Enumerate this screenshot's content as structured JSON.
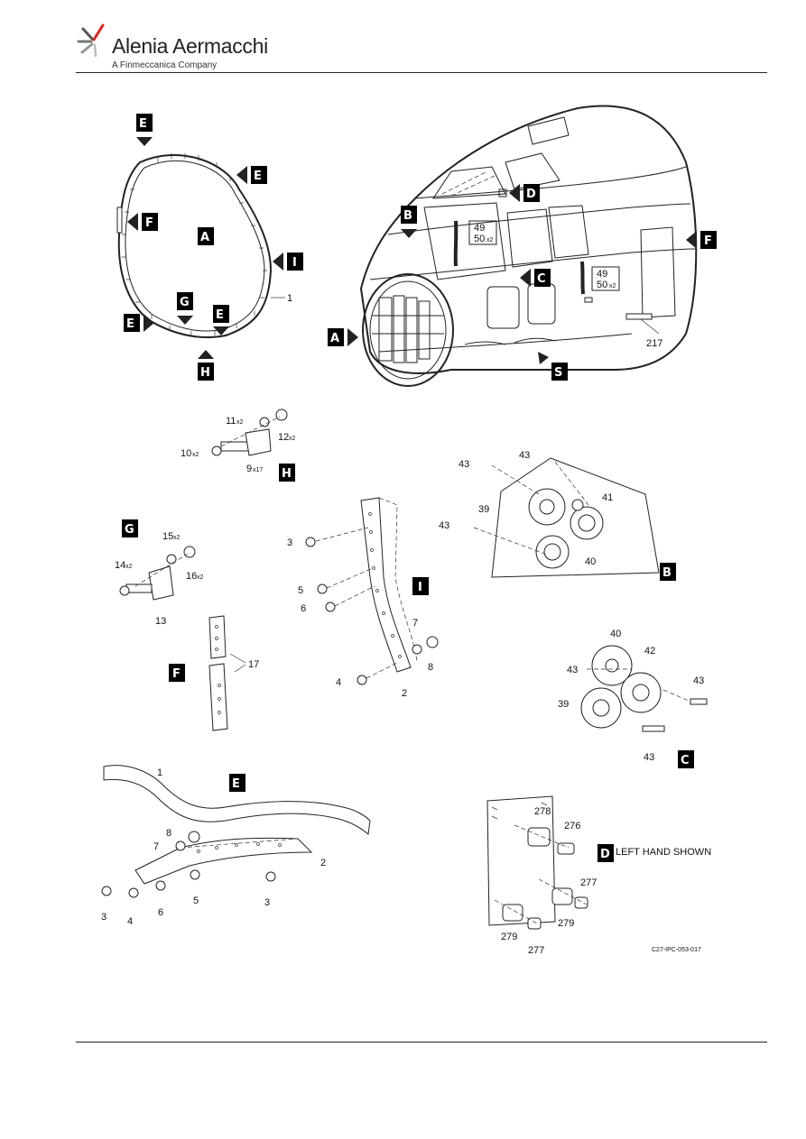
{
  "header": {
    "brand": "Alenia Aermacchi",
    "subtitle": "A Finmeccanica Company",
    "logo_icon": "alenia-swirl-logo-icon"
  },
  "figure": {
    "reference": "C27-IPC-053-017",
    "note": "LEFT HAND SHOWN",
    "view_tags": {
      "ring": [
        "E",
        "E",
        "F",
        "A",
        "I",
        "G",
        "E",
        "E",
        "H"
      ],
      "nose": [
        "B",
        "D",
        "F",
        "A",
        "C",
        "S"
      ],
      "details": [
        "H",
        "G",
        "I",
        "B",
        "F",
        "C",
        "E",
        "D"
      ]
    },
    "callouts": {
      "ring": [
        "1"
      ],
      "nose": [
        "49",
        "50",
        "x2",
        "49",
        "50",
        "x2",
        "217"
      ],
      "detail_h": [
        "11",
        "x2",
        "12",
        "x2",
        "10",
        "x2",
        "9",
        "x17"
      ],
      "detail_g": [
        "15",
        "x2",
        "14",
        "x2",
        "16",
        "x2",
        "13"
      ],
      "detail_i": [
        "3",
        "5",
        "6",
        "7",
        "8",
        "4",
        "2"
      ],
      "detail_b": [
        "43",
        "43",
        "43",
        "39",
        "41",
        "40"
      ],
      "detail_f": [
        "17"
      ],
      "detail_c": [
        "40",
        "42",
        "43",
        "43",
        "39",
        "43"
      ],
      "detail_e": [
        "1",
        "8",
        "7",
        "2",
        "3",
        "4",
        "6",
        "5",
        "3"
      ],
      "detail_d": [
        "278",
        "276",
        "277",
        "279",
        "279",
        "277"
      ]
    }
  }
}
